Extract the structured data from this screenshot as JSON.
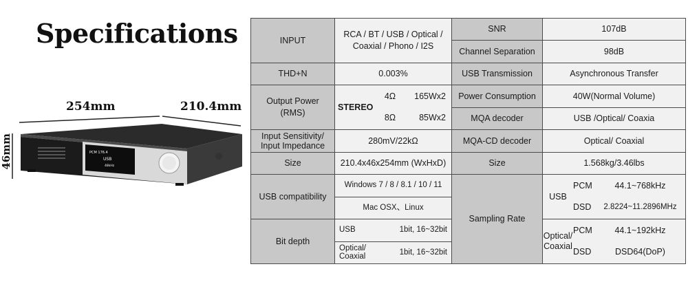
{
  "title": "Specifications",
  "dimensions": {
    "width": "254mm",
    "depth": "210.4mm",
    "height": "46mm"
  },
  "device_display": {
    "line1": "PCM 176.4",
    "line2": "USB",
    "line3": "48kHz"
  },
  "specs": {
    "input": {
      "label": "INPUT",
      "value_line1": "RCA / BT / USB / Optical /",
      "value_line2": "Coaxial / Phono / I2S"
    },
    "snr": {
      "label": "SNR",
      "value": "107dB"
    },
    "channel_separation": {
      "label": "Channel Separation",
      "value": "98dB"
    },
    "thdn": {
      "label": "THD+N",
      "value": "0.003%"
    },
    "usb_transmission": {
      "label": "USB Transmission",
      "value": "Asynchronous Transfer"
    },
    "output_power": {
      "label_line1": "Output Power",
      "label_line2": "(RMS)",
      "mode": "STEREO",
      "rows": [
        {
          "ohm": "4Ω",
          "watts": "165Wx2"
        },
        {
          "ohm": "8Ω",
          "watts": "85Wx2"
        }
      ]
    },
    "power_consumption": {
      "label": "Power Consumption",
      "value": "40W(Normal Volume)"
    },
    "mqa_decoder": {
      "label": "MQA  decoder",
      "value": "USB /Optical/ Coaxia"
    },
    "input_sensitivity": {
      "label_line1": "Input Sensitivity/",
      "label_line2": "Input Impedance",
      "value": "280mV/22kΩ"
    },
    "mqa_cd_decoder": {
      "label": "MQA-CD decoder",
      "value": "Optical/ Coaxial"
    },
    "size": {
      "label": "Size",
      "value": "210.4x46x254mm (WxHxD)"
    },
    "weight": {
      "label": "Size",
      "value": "1.568kg/3.46lbs"
    },
    "usb_compatibility": {
      "label": "USB compatibility",
      "line1": "Windows 7 / 8 / 8.1 / 10 / 11",
      "line2": "Mac OSX、Linux"
    },
    "bit_depth": {
      "label": "Bit depth",
      "rows": [
        {
          "source": "USB",
          "value": "1bit, 16~32bit"
        },
        {
          "source_line1": "Optical/",
          "source_line2": "Coaxial",
          "value": "1bit, 16~32bit"
        }
      ]
    },
    "sampling_rate": {
      "label": "Sampling Rate",
      "usb": {
        "label": "USB",
        "pcm_label": "PCM",
        "pcm": "44.1~768kHz",
        "dsd_label": "DSD",
        "dsd": "2.8224~11.2896MHz"
      },
      "optical": {
        "label_line1": "Optical/",
        "label_line2": "Coaxial",
        "pcm_label": "PCM",
        "pcm": "44.1~192kHz",
        "dsd_label": "DSD",
        "dsd": "DSD64(DoP)"
      }
    }
  }
}
